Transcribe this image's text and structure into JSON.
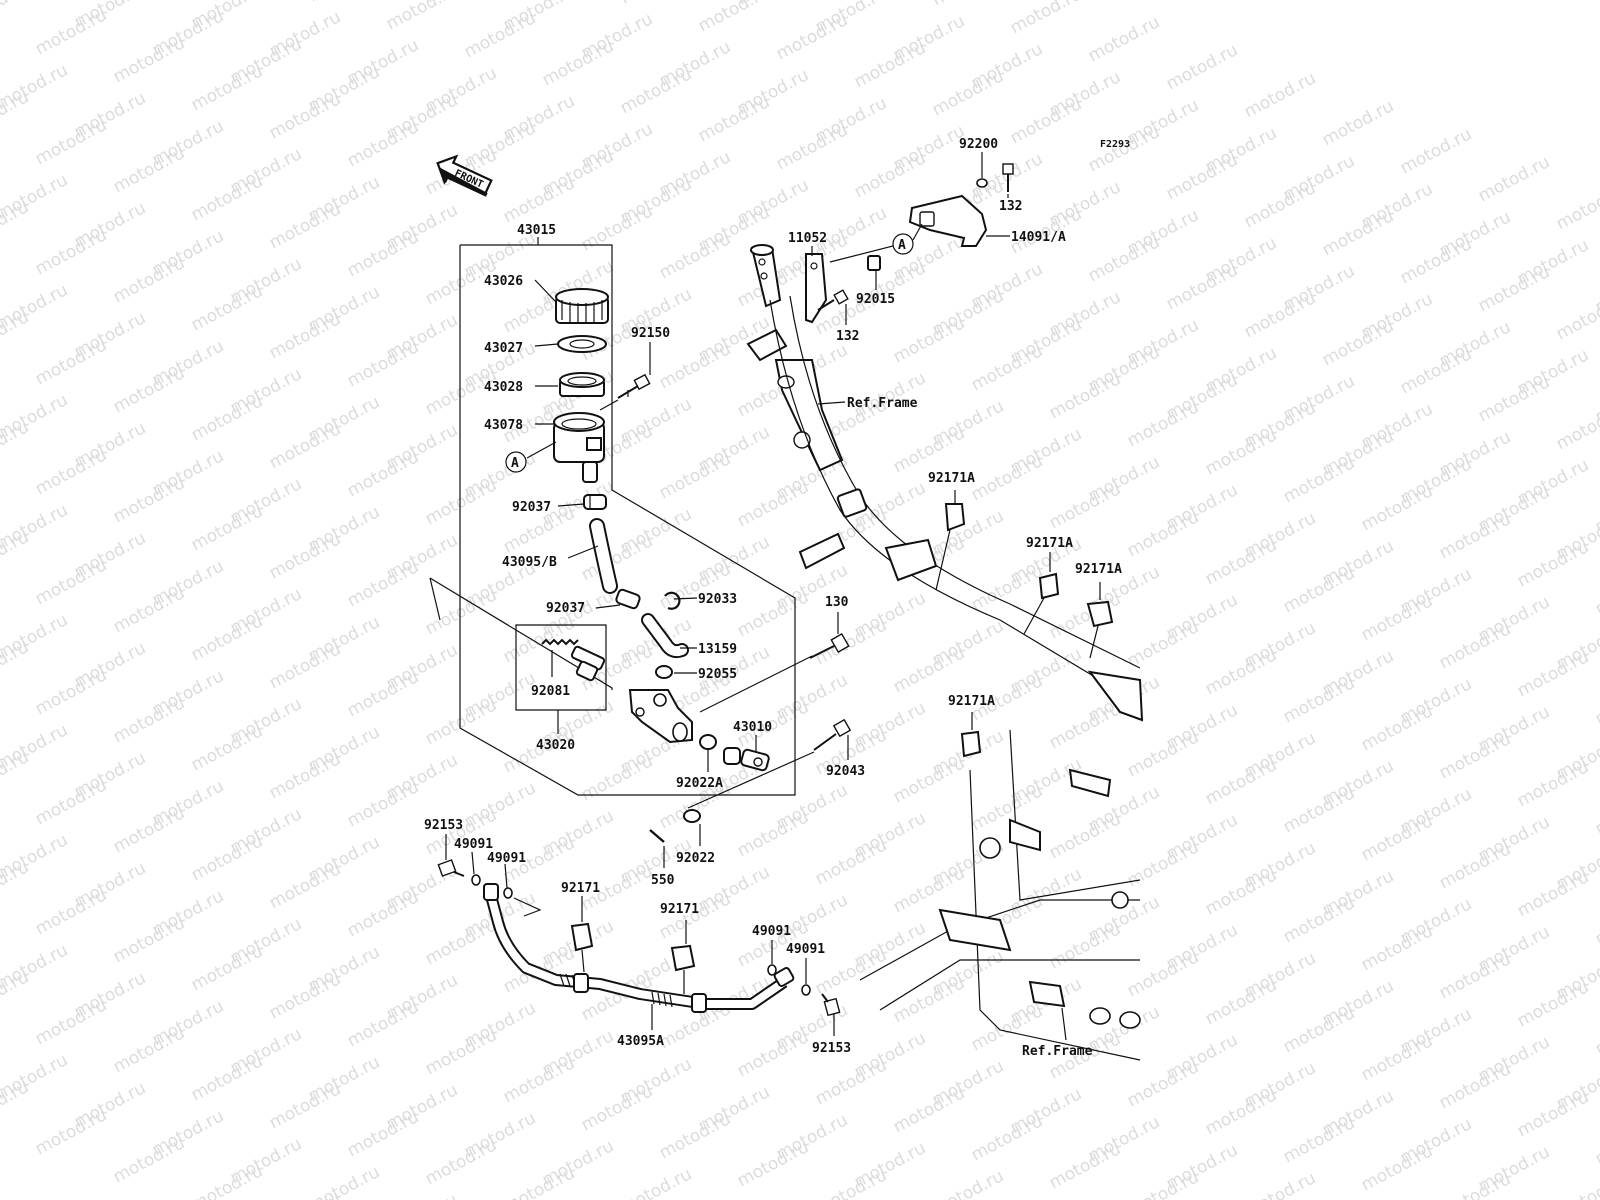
{
  "diagram": {
    "code": "F2293",
    "watermark": "motod.ru",
    "front_label": "FRONT",
    "callout_letter": "A",
    "ref_frame": "Ref.Frame",
    "parts": {
      "p43015": "43015",
      "p43026": "43026",
      "p43027": "43027",
      "p43028": "43028",
      "p43078": "43078",
      "p92150": "92150",
      "p92037a": "92037",
      "p43095b": "43095/B",
      "p92037b": "92037",
      "p92033": "92033",
      "p13159": "13159",
      "p92055": "92055",
      "p92081": "92081",
      "p43020": "43020",
      "p43010": "43010",
      "p92022a": "92022A",
      "p92043": "92043",
      "p92022": "92022",
      "p550": "550",
      "p130": "130",
      "p92200": "92200",
      "p132a": "132",
      "p14091a": "14091/A",
      "p11052": "11052",
      "p92015": "92015",
      "p132b": "132",
      "p92171a_1": "92171A",
      "p92171a_2": "92171A",
      "p92171a_3": "92171A",
      "p92171a_4": "92171A",
      "p92153a": "92153",
      "p49091a": "49091",
      "p49091b": "49091",
      "p92171_1": "92171",
      "p92171_2": "92171",
      "p49091c": "49091",
      "p49091d": "49091",
      "p43095a": "43095A",
      "p92153b": "92153"
    }
  }
}
